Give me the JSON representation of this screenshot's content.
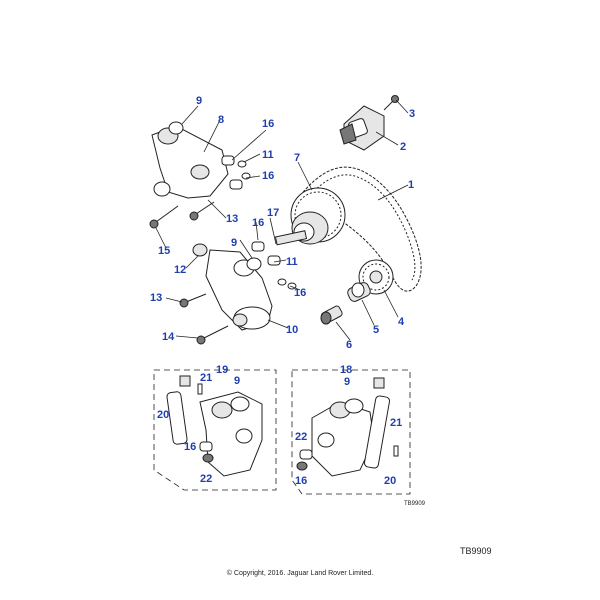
{
  "drawing_reference": "TB9909",
  "copyright": "© Copyright, 2016. Jaguar Land Rover Limited.",
  "callouts": {
    "c1": "1",
    "c2": "2",
    "c3": "3",
    "c4": "4",
    "c5": "5",
    "c6": "6",
    "c7": "7",
    "c8": "8",
    "c9a": "9",
    "c9b": "9",
    "c9c": "9",
    "c9d": "9",
    "c10": "10",
    "c11a": "11",
    "c11b": "11",
    "c12": "12",
    "c13a": "13",
    "c13b": "13",
    "c14": "14",
    "c15": "15",
    "c16a": "16",
    "c16b": "16",
    "c16c": "16",
    "c16d": "16",
    "c16e": "16",
    "c16f": "16",
    "c17": "17",
    "c18": "18",
    "c19": "19",
    "c20a": "20",
    "c20b": "20",
    "c21a": "21",
    "c21b": "21",
    "c22a": "22",
    "c22b": "22"
  },
  "colors": {
    "callout": "#1f3fb0",
    "line": "#222222"
  }
}
